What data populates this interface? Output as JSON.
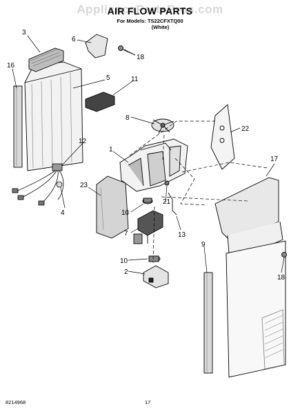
{
  "header": {
    "watermark": "AppliancePartsPros.com",
    "title": "AIR FLOW PARTS",
    "models": "For Models: TS22CFXTQ00",
    "color": "(White)"
  },
  "callouts": [
    {
      "id": "c1",
      "text": "1"
    },
    {
      "id": "c2",
      "text": "2"
    },
    {
      "id": "c3",
      "text": "3"
    },
    {
      "id": "c4",
      "text": "4"
    },
    {
      "id": "c5",
      "text": "5"
    },
    {
      "id": "c6",
      "text": "6"
    },
    {
      "id": "c7",
      "text": "7"
    },
    {
      "id": "c8",
      "text": "8"
    },
    {
      "id": "c9",
      "text": "9"
    },
    {
      "id": "c10a",
      "text": "10"
    },
    {
      "id": "c10b",
      "text": "10"
    },
    {
      "id": "c11",
      "text": "11"
    },
    {
      "id": "c12",
      "text": "12"
    },
    {
      "id": "c13",
      "text": "13"
    },
    {
      "id": "c16",
      "text": "16"
    },
    {
      "id": "c17",
      "text": "17"
    },
    {
      "id": "c18a",
      "text": "18"
    },
    {
      "id": "c18b",
      "text": "18"
    },
    {
      "id": "c21",
      "text": "21"
    },
    {
      "id": "c22",
      "text": "22"
    },
    {
      "id": "c23",
      "text": "23"
    }
  ],
  "footer": {
    "document_number": "8214968",
    "page_number": "17"
  }
}
